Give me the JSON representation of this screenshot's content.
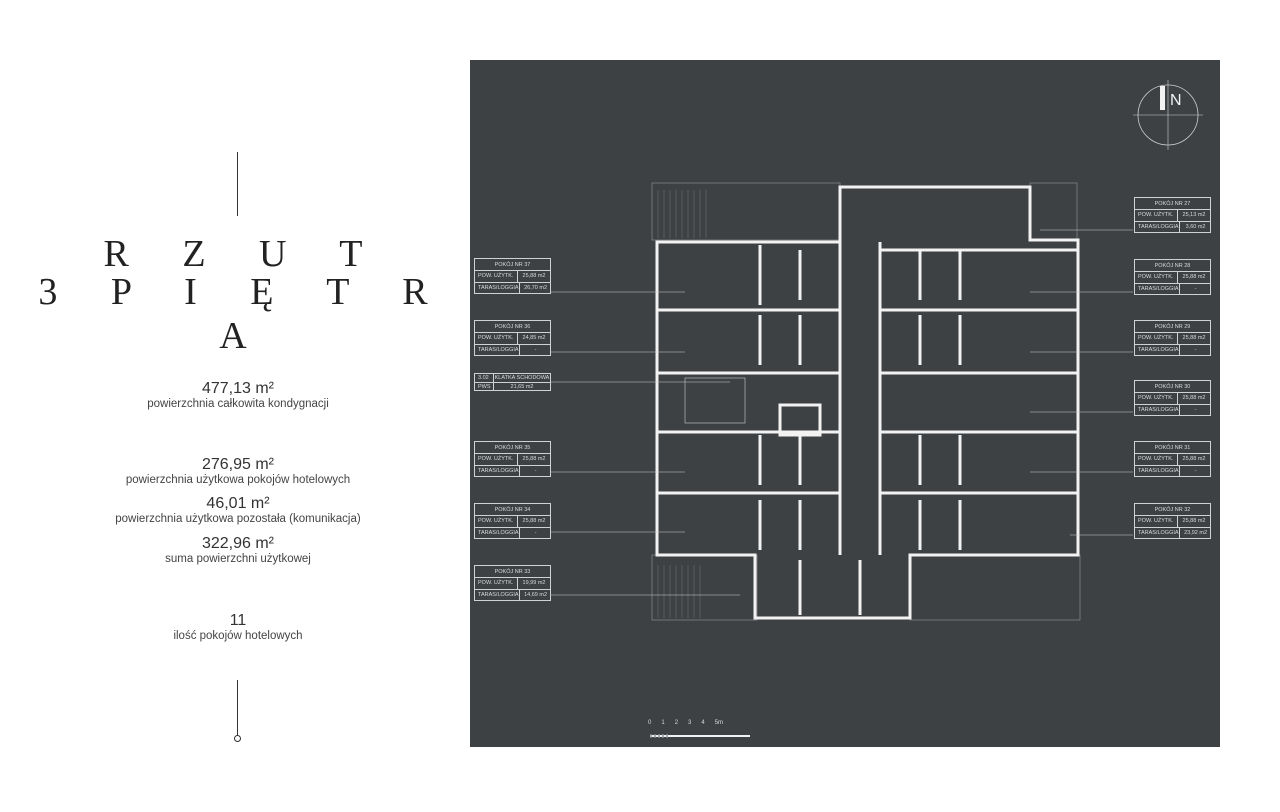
{
  "title": {
    "line1": "R Z U T",
    "line2": "3 P I Ę T R A"
  },
  "stats": [
    {
      "value": "477,13 m²",
      "label": "powierzchnia całkowita kondygnacji"
    },
    {
      "value": "276,95 m²",
      "label": "powierzchnia użytkowa pokojów hotelowych"
    },
    {
      "value": "46,01 m²",
      "label": "powierzchnia użytkowa pozostała (komunikacja)"
    },
    {
      "value": "322,96 m²",
      "label": "suma powierzchni użytkowej"
    },
    {
      "value": "11",
      "label": "ilość pokojów hotelowych"
    }
  ],
  "row_labels": {
    "area": "POW. UŻYTK.",
    "terrace": "TARAS/LOGGIA"
  },
  "rooms_left": [
    {
      "name": "POKÓJ NR 37",
      "area": "25,88 m2",
      "terrace": "26,70 m2"
    },
    {
      "name": "POKÓJ NR 36",
      "area": "24,85 m2",
      "terrace": "-"
    },
    {
      "name": "POKÓJ NR 35",
      "area": "25,88 m2",
      "terrace": "-"
    },
    {
      "name": "POKÓJ NR 34",
      "area": "25,88 m2",
      "terrace": "-"
    },
    {
      "name": "POKÓJ NR 33",
      "area": "19,99 m2",
      "terrace": "14,69 m2"
    }
  ],
  "rooms_right": [
    {
      "name": "POKÓJ NR 27",
      "area": "25,13 m2",
      "terrace": "3,60 m2"
    },
    {
      "name": "POKÓJ NR 28",
      "area": "25,88 m2",
      "terrace": "-"
    },
    {
      "name": "POKÓJ NR 29",
      "area": "25,88 m2",
      "terrace": "-"
    },
    {
      "name": "POKÓJ NR 30",
      "area": "25,88 m2",
      "terrace": "-"
    },
    {
      "name": "POKÓJ NR 31",
      "area": "25,88 m2",
      "terrace": "-"
    },
    {
      "name": "POKÓJ NR 32",
      "area": "25,88 m2",
      "terrace": "23,92 m2"
    }
  ],
  "stair": {
    "code": "3.02",
    "name": "KLATKA SCHODOWA",
    "pws": "PWS",
    "area": "21,65 m2"
  },
  "compass": "N",
  "scale": [
    "0",
    "1",
    "2",
    "3",
    "4",
    "5m"
  ]
}
